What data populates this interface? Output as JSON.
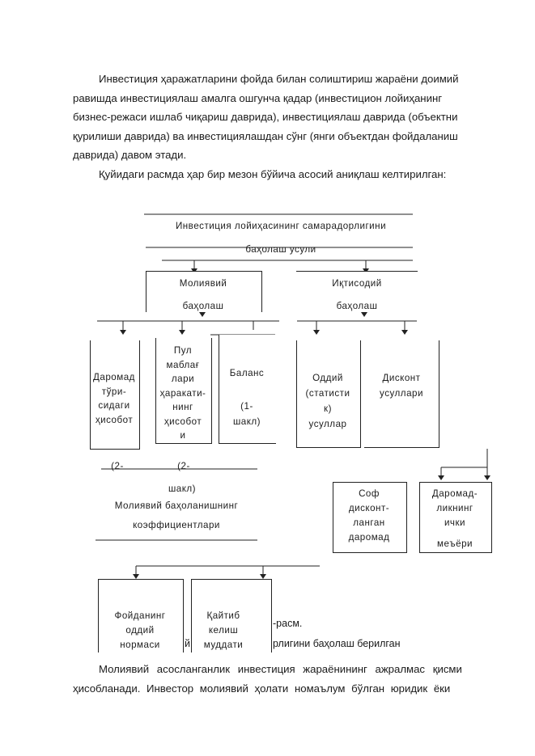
{
  "intro": {
    "lines": [
      "Инвестиция ҳаражатларини фойда билан солиштириш жараёни доимий",
      "равишда инвестициялаш амалга ошгунча қадар (инвестицион лойиҳанинг",
      "бизнес-режаси ишлаб чиқариш даврида), инвестициялаш даврида (объектни",
      "қурилиши даврида) ва инвестициялашдан сўнг (янги объектдан фойдаланиш",
      "даврида) давом этади."
    ],
    "lead": "Қуйидаги расмда ҳар бир мезон бўйича асосий аниқлаш келтирилган:"
  },
  "diagram": {
    "top": [
      "Инвестиция лойиҳасининг самарадорлигини",
      "баҳолаш усули"
    ],
    "financial": [
      "Молиявий",
      "баҳолаш"
    ],
    "economic": [
      "Иқтисодий",
      "баҳолаш"
    ],
    "income": [
      "Даромад",
      "тўри-",
      "сидаги",
      "ҳисобот"
    ],
    "cashflow": [
      "Пул",
      "маблағ",
      "лари",
      "ҳаракати-",
      "нинг",
      "ҳисобот",
      "и"
    ],
    "balance": [
      "Баланс",
      "(1-",
      "шакл)"
    ],
    "note2": [
      "(2-",
      "(2-"
    ],
    "note_shakl": "шакл)",
    "coefficients": [
      "Молиявий баҳоланишнинг",
      "коэффициентлари"
    ],
    "ordinary": [
      "Оддий",
      "(статисти",
      "к)",
      "усуллар"
    ],
    "discount": [
      "Дисконт",
      "усуллари"
    ],
    "net_discount": [
      "Соф",
      "дисконт-",
      "ланган",
      "даромад"
    ],
    "irr": [
      "Даромад-",
      "ликнинг",
      "ички",
      "меъёри"
    ],
    "profit_norm": [
      "Фойданинг",
      "оддий",
      "нормаси"
    ],
    "payback": [
      "Қайтиб",
      "келиш",
      "муддати"
    ]
  },
  "caption": {
    "number": "-расм.",
    "letter": "й",
    "text": "рлигини баҳолаш берилган"
  },
  "outro": {
    "lines": [
      "Молиявий асосланганлик инвестиция жараёнининг ажралмас қисми",
      "ҳисобланади. Инвестор молиявий ҳолати номаълум бўлган юридик ёки"
    ]
  }
}
